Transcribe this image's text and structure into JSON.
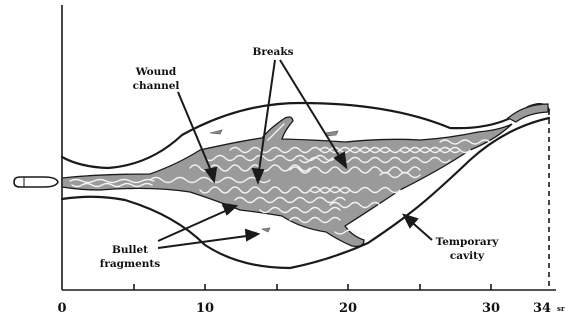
{
  "labels": {
    "breaks": "Breaks",
    "wound_channel_line1": "Wound",
    "wound_channel_line2": "channel",
    "bullet_fragments_line1": "Bullet",
    "bullet_fragments_line2": "fragments",
    "temporary_cavity_line1": "Temporary",
    "temporary_cavity_line2": "cavity"
  },
  "axis": {
    "ticks": [
      "0",
      "10",
      "20",
      "30",
      "34"
    ],
    "unit": "sr"
  },
  "colors": {
    "outline": "#1a1a1a",
    "tissue_fill": "#9a9a9a",
    "tissue_texture": "#f2f2f2",
    "fragment": "#8c8c8c"
  }
}
